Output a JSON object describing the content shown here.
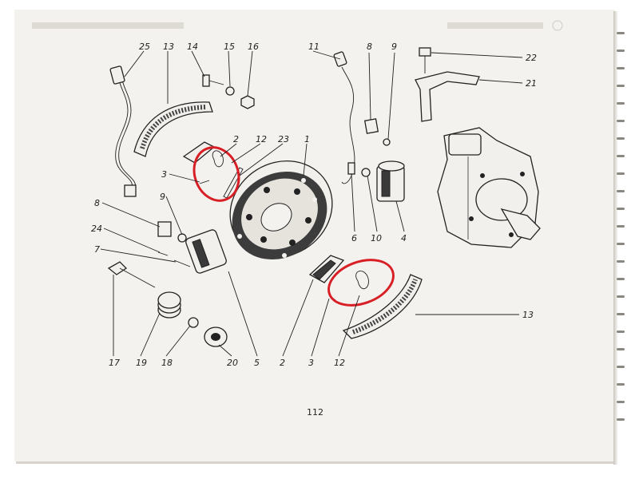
{
  "page": {
    "number": "112"
  },
  "callouts": {
    "c25": "25",
    "c13a": "13",
    "c14": "14",
    "c15": "15",
    "c16": "16",
    "c11": "11",
    "c8a": "8",
    "c9a": "9",
    "c22": "22",
    "c21": "21",
    "c2a": "2",
    "c12a": "12",
    "c23": "23",
    "c1": "1",
    "c3a": "3",
    "c9b": "9",
    "c8b": "8",
    "c24": "24",
    "c7": "7",
    "c6": "6",
    "c10": "10",
    "c4": "4",
    "c13b": "13",
    "c17": "17",
    "c19": "19",
    "c18": "18",
    "c20": "20",
    "c5": "5",
    "c2b": "2",
    "c3b": "3",
    "c12b": "12"
  },
  "highlights": {
    "upper_spring": "spring-highlight",
    "lower_spring": "spring-highlight"
  },
  "colors": {
    "highlight": "#d81f26",
    "ink": "#222222",
    "paper": "#f4f2ee"
  }
}
